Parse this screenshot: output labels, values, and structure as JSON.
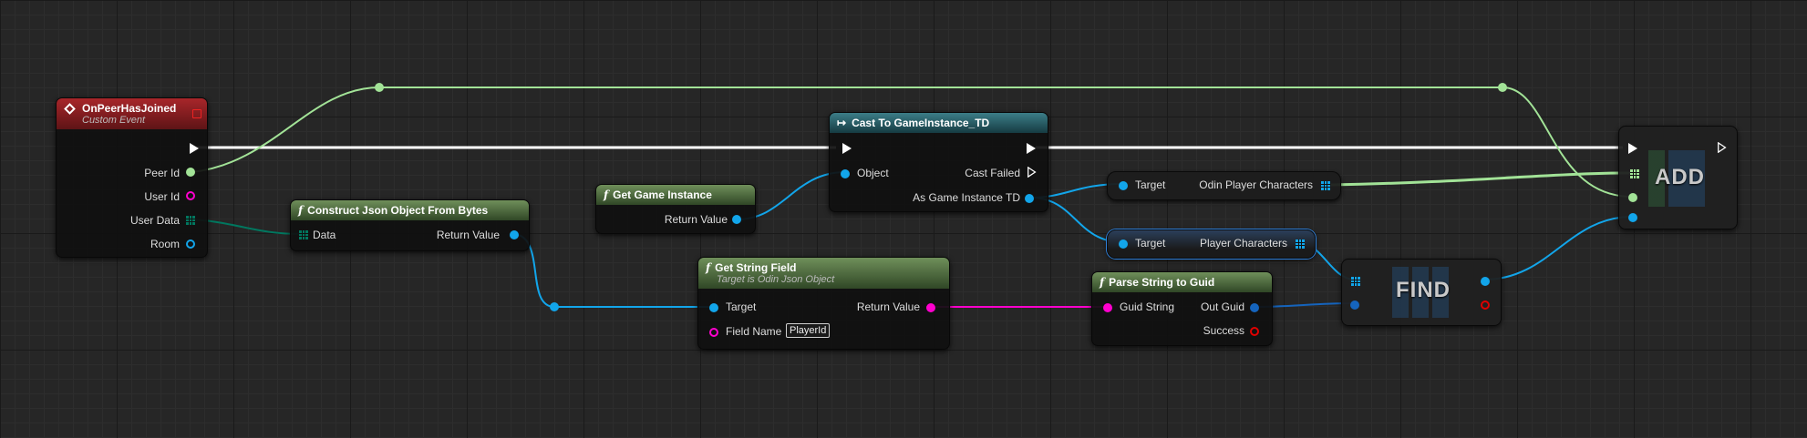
{
  "colors": {
    "exec": "#ffffff",
    "int_pin": "#a2e397",
    "string_pin": "#ff00ce",
    "object_pin": "#12a5ea",
    "struct_pin": "#1564bd",
    "byte_pin": "#00775f",
    "bool_pin": "#e00000"
  },
  "event_node": {
    "title": "OnPeerHasJoined",
    "subtitle": "Custom Event",
    "pins": [
      "Peer Id",
      "User Id",
      "User Data",
      "Room"
    ]
  },
  "construct_node": {
    "title": "Construct Json Object From Bytes",
    "in_label": "Data",
    "out_label": "Return Value"
  },
  "get_game_instance": {
    "title": "Get Game Instance",
    "out_label": "Return Value"
  },
  "cast_node": {
    "title": "Cast To GameInstance_TD",
    "in_label": "Object",
    "fail_label": "Cast Failed",
    "out_label": "As Game Instance TD"
  },
  "get_string_field": {
    "title": "Get String Field",
    "subtitle": "Target is Odin Json Object",
    "target_label": "Target",
    "field_label": "Field Name",
    "field_value": "PlayerId",
    "out_label": "Return Value"
  },
  "parse_guid": {
    "title": "Parse String to Guid",
    "in_label": "Guid String",
    "out_label": "Out Guid",
    "success_label": "Success"
  },
  "odin_chars": {
    "target_label": "Target",
    "var_label": "Odin Player Characters"
  },
  "player_chars": {
    "target_label": "Target",
    "var_label": "Player Characters"
  },
  "find_node": {
    "label": "FIND"
  },
  "add_node": {
    "label": "ADD"
  }
}
